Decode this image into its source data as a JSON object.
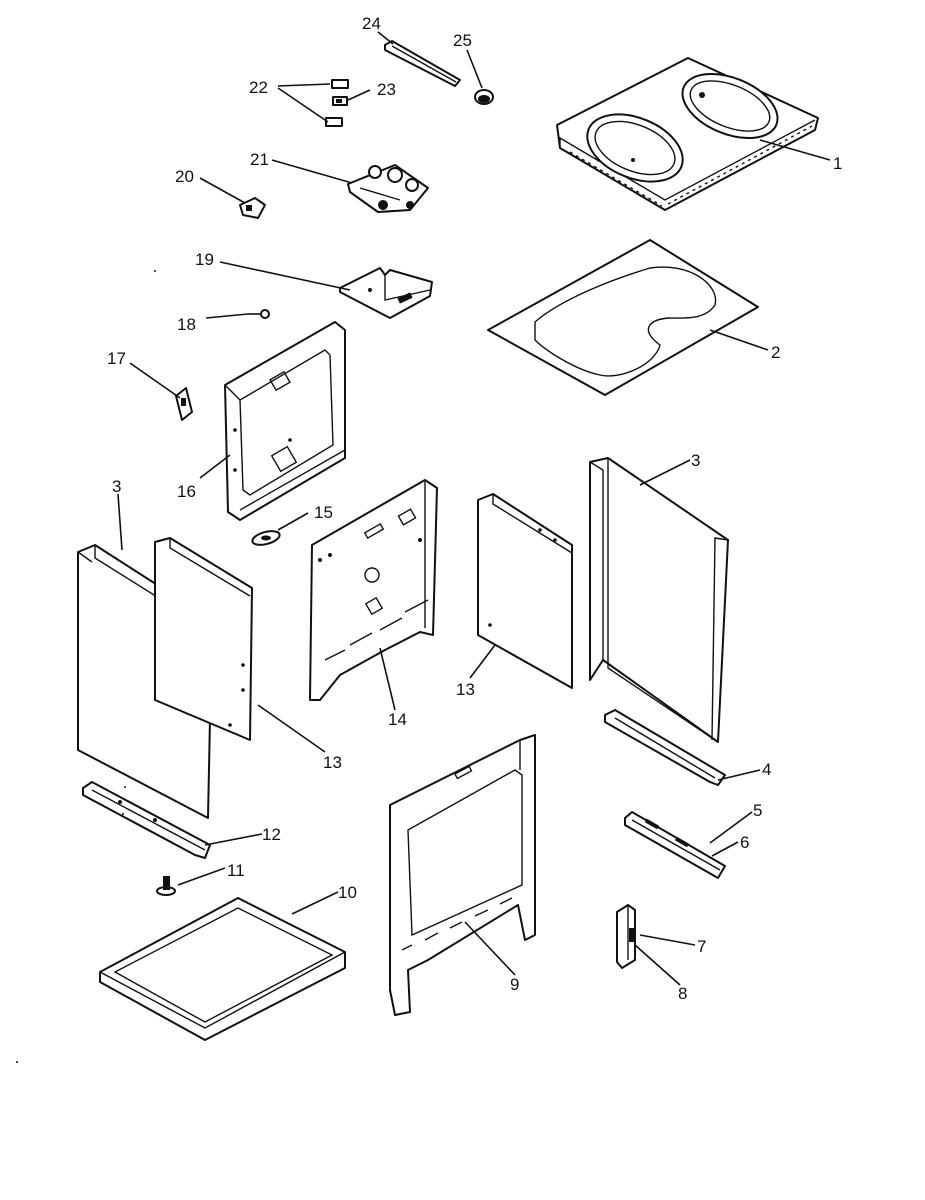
{
  "callouts": [
    "1",
    "2",
    "3",
    "3",
    "4",
    "5",
    "6",
    "7",
    "8",
    "9",
    "10",
    "11",
    "12",
    "13",
    "13",
    "14",
    "15",
    "16",
    "17",
    "18",
    "19",
    "20",
    "21",
    "22",
    "23",
    "24",
    "25"
  ]
}
